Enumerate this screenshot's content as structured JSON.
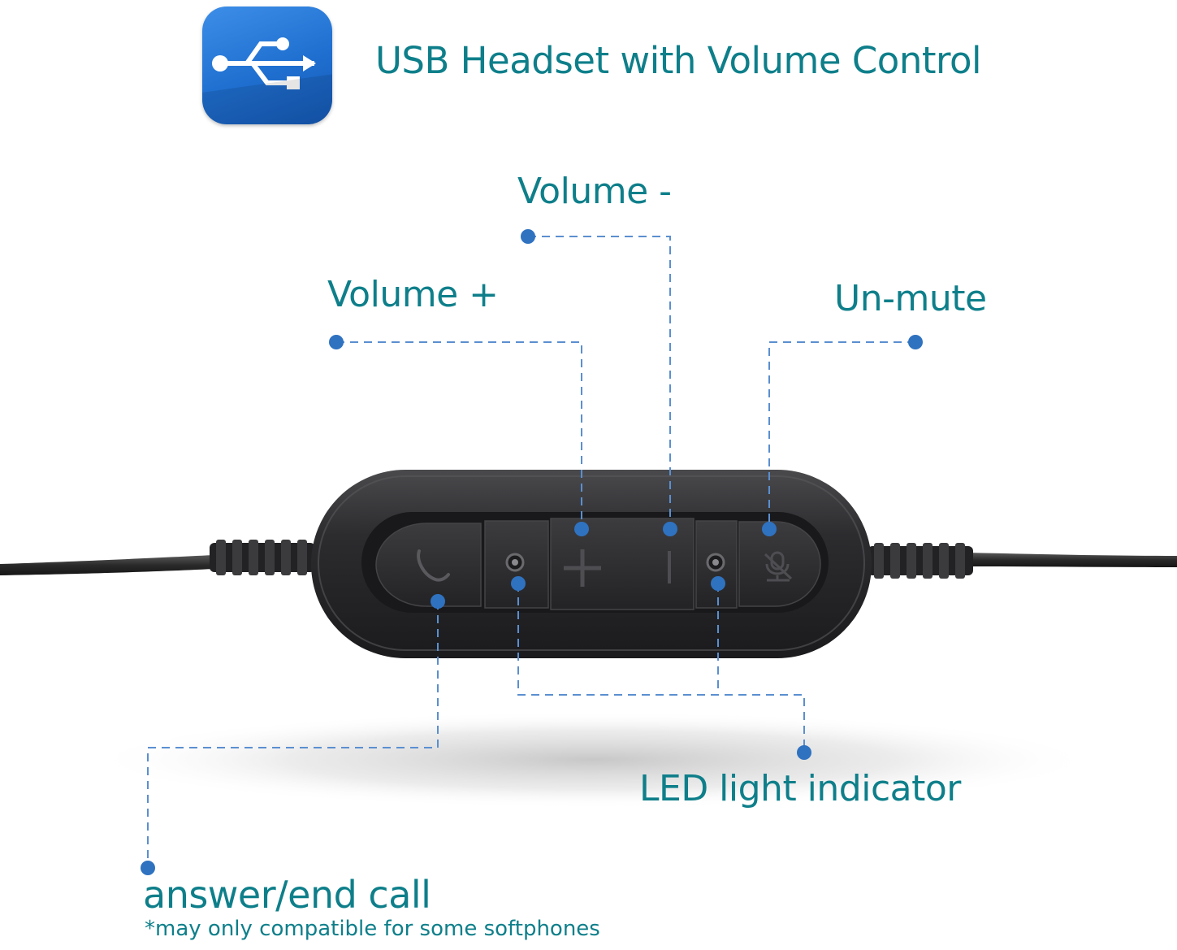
{
  "header": {
    "title": "USB Headset with Volume Control",
    "badge_icon": "usb-icon"
  },
  "callouts": {
    "volume_minus": "Volume -",
    "volume_plus": "Volume +",
    "unmute": "Un-mute",
    "led_indicator": "LED light indicator",
    "answer_end_call": "answer/end call",
    "compat_note": "*may only compatible for some softphones"
  },
  "controller": {
    "buttons": [
      {
        "name": "answer-end-call-button",
        "icon": "phone-icon"
      },
      {
        "name": "volume-plus-button",
        "icon": "plus-icon"
      },
      {
        "name": "volume-minus-button",
        "icon": "minus-icon"
      },
      {
        "name": "mute-button",
        "icon": "mute-mic-icon"
      }
    ],
    "leds": [
      "led-left",
      "led-right"
    ]
  },
  "colors": {
    "accent_text": "#0e7f8a",
    "marker": "#2f72c0",
    "leader_line": "#5b8fd0",
    "badge": "#1f6fd0",
    "device_body": "#2a2a2c"
  }
}
